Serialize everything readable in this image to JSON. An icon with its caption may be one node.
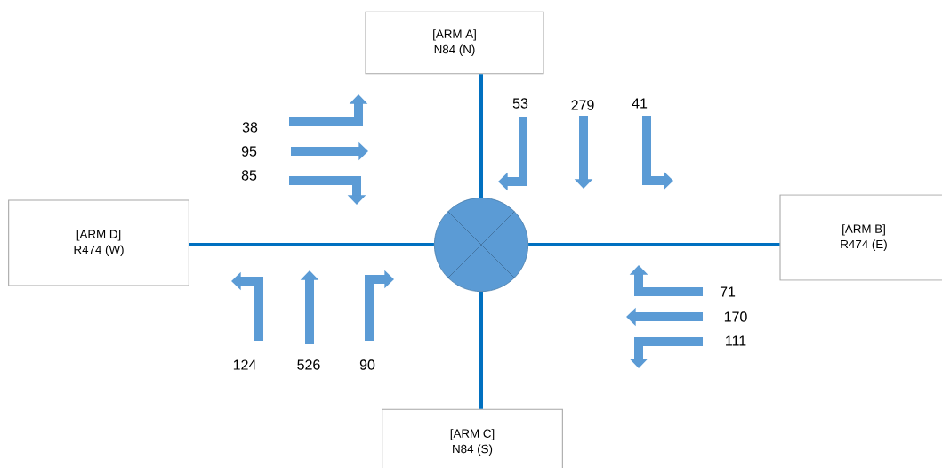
{
  "diagram": {
    "nodes": [
      {
        "text": [
          "[ARM A]",
          "N84 (N)"
        ]
      },
      {
        "text": [
          "[ARM D]",
          "R474 (W)"
        ]
      },
      {
        "text": [],
        "shape": "circle"
      },
      {
        "text": [
          "[ARM B]",
          "R474 (E)"
        ]
      },
      {
        "text": [
          "[ARM C]",
          "N84 (S)"
        ]
      }
    ],
    "edges": [
      {
        "from": 0,
        "to": 2,
        "arrow": "none"
      },
      {
        "from": 1,
        "to": 2,
        "arrow": "none"
      },
      {
        "from": 3,
        "to": 2,
        "arrow": "none"
      },
      {
        "from": 4,
        "to": 2,
        "arrow": "none"
      }
    ],
    "labels": [
      "38",
      "95",
      "85",
      "53",
      "279",
      "41",
      "71",
      "170",
      "111",
      "124",
      "526",
      "90"
    ]
  }
}
